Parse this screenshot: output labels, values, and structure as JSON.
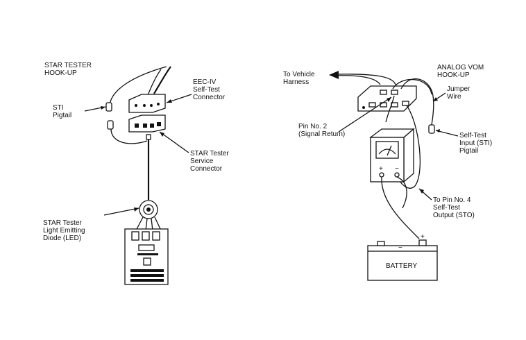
{
  "left_panel": {
    "title_line1": "STAR TESTER",
    "title_line2": "HOOK-UP",
    "label_sti_pigtail_line1": "STI",
    "label_sti_pigtail_line2": "Pigtail",
    "label_eec_line1": "EEC-IV",
    "label_eec_line2": "Self-Test",
    "label_eec_line3": "Connector",
    "label_service_line1": "STAR Tester",
    "label_service_line2": "Service",
    "label_service_line3": "Connector",
    "label_led_line1": "STAR Tester",
    "label_led_line2": "Light Emitting",
    "label_led_line3": "Diode (LED)"
  },
  "right_panel": {
    "title_line1": "ANALOG VOM",
    "title_line2": "HOOK-UP",
    "label_harness_line1": "To Vehicle",
    "label_harness_line2": "Harness",
    "label_jumper_line1": "Jumper",
    "label_jumper_line2": "Wire",
    "label_pin2_line1": "Pin No. 2",
    "label_pin2_line2": "(Signal Return)",
    "label_sti_line1": "Self-Test",
    "label_sti_line2": "Input (STI)",
    "label_sti_line3": "Pigtail",
    "label_pin4_line1": "To Pin No. 4",
    "label_pin4_line2": "Self-Test",
    "label_pin4_line3": "Output (STO)",
    "meter_plus": "+",
    "meter_minus": "−",
    "battery_label": "BATTERY",
    "battery_minus": "−",
    "battery_plus": "+"
  }
}
